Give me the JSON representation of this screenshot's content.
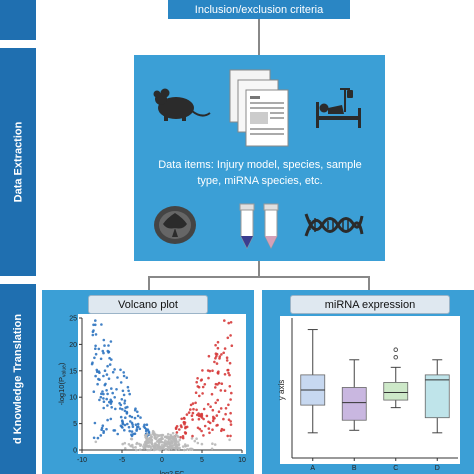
{
  "top_box": {
    "label": "Inclusion/exclusion criteria"
  },
  "sidebar": {
    "data_extraction": "Data Extraction",
    "translation": "d Knowledge Translation"
  },
  "extraction": {
    "items_line1": "Data items: Injury model, species, sample",
    "items_line2": "type, miRNA species, etc.",
    "icons": [
      "mouse-icon",
      "documents-icon",
      "patient-bed-icon",
      "spinal-cord-icon",
      "sample-tubes-icon",
      "dna-icon"
    ]
  },
  "volcano": {
    "title": "Volcano plot",
    "ylabel": "-log10(P",
    "ylabel_sub": "value",
    "xticks": [
      "-10",
      "-5",
      "0",
      "5",
      "10"
    ],
    "yticks": [
      "0",
      "5",
      "10",
      "15",
      "20",
      "25"
    ],
    "xlabel_partial": "log2 FC",
    "colors": {
      "up": "#d63a3a",
      "down": "#2f74c0",
      "ns": "#b8b8b8"
    }
  },
  "boxplot": {
    "title": "miRNA expression",
    "ylabel": "y axis",
    "categories": [
      "A",
      "B",
      "C",
      "D"
    ],
    "colors": [
      "#c7d8f0",
      "#c9b7e0",
      "#cde8c8",
      "#bfe4ea"
    ]
  },
  "chart_data": [
    {
      "type": "scatter",
      "title": "Volcano plot",
      "xlabel": "",
      "ylabel": "-log10(Pvalue)",
      "xlim": [
        -10,
        10
      ],
      "ylim": [
        0,
        25
      ],
      "series": []
    },
    {
      "type": "box",
      "title": "miRNA expression",
      "xlabel": "",
      "ylabel": "y axis",
      "categories": [
        "A",
        "B",
        "C",
        "D"
      ],
      "boxes": [
        {
          "min": 5,
          "q1": 10.5,
          "median": 13.5,
          "q3": 16.5,
          "max": 25.5,
          "outliers": []
        },
        {
          "min": 5.5,
          "q1": 7.5,
          "median": 11,
          "q3": 14,
          "max": 19.5,
          "outliers": []
        },
        {
          "min": 10,
          "q1": 11.5,
          "median": 13,
          "q3": 15,
          "max": 18,
          "outliers": [
            20,
            21.5
          ]
        },
        {
          "min": 5,
          "q1": 8,
          "median": 15.5,
          "q3": 16.5,
          "max": 19.5,
          "outliers": []
        }
      ]
    }
  ]
}
